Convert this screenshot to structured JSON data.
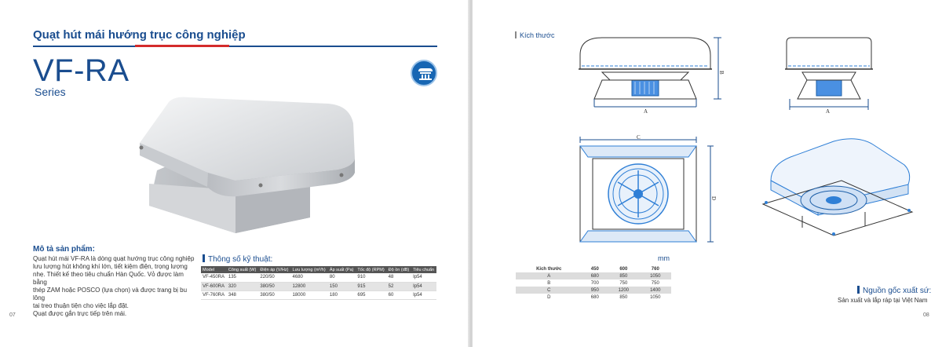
{
  "left_page": {
    "top_title": "Quạt hút mái hướng trục công nghiệp",
    "model": "VF-RA",
    "series": "Series",
    "product_icon": "roof-fan-icon",
    "description": {
      "title": "Mô tả sản phẩm:",
      "lines": [
        "Quạt hút mái VF-RA là dòng quạt hướng trục công nghiệp",
        "lưu lượng hút không khí lớn, tiết kiệm điện, trọng lượng",
        "nhẹ. Thiết kế theo tiêu chuẩn Hàn Quốc. Vỏ được làm bằng",
        "thép ZAM hoặc POSCO (lựa chọn) và được trang bị bu lông",
        "tai treo thuận tiện cho việc lắp đặt.",
        "Quạt được gắn trực tiếp trên mái."
      ]
    },
    "specs": {
      "title": "Thông số kỹ thuật:",
      "headers": [
        "Model",
        "Công suất (W)",
        "Điện áp (V/Hz)",
        "Lưu lượng (m³/h)",
        "Áp suất (Pa)",
        "Tốc độ (RPM)",
        "Độ ồn (dB)",
        "Tiêu chuẩn"
      ],
      "rows": [
        [
          "VF-450RA",
          "135",
          "220/50",
          "4680",
          "80",
          "910",
          "48",
          "Ip54"
        ],
        [
          "VF-600RA",
          "320",
          "380/50",
          "12800",
          "150",
          "915",
          "52",
          "Ip54"
        ],
        [
          "VF-760RA",
          "348",
          "380/50",
          "18000",
          "180",
          "695",
          "60",
          "Ip54"
        ]
      ]
    },
    "page_number": "07"
  },
  "right_page": {
    "dimensions_label": "Kích thước",
    "drawing_labels": {
      "a": "A",
      "b": "B",
      "c": "C",
      "d": "D"
    },
    "unit": "mm",
    "dimension_table": {
      "headers": [
        "Kích thước",
        "450",
        "600",
        "760"
      ],
      "rows": [
        [
          "A",
          "680",
          "850",
          "1050"
        ],
        [
          "B",
          "700",
          "750",
          "750"
        ],
        [
          "C",
          "950",
          "1200",
          "1400"
        ],
        [
          "D",
          "680",
          "850",
          "1050"
        ]
      ]
    },
    "origin": {
      "title": "Nguồn  gốc xuất sứ:",
      "text": "Sản xuất và lắp ráp tại Việt Nam"
    },
    "page_number": "08"
  }
}
